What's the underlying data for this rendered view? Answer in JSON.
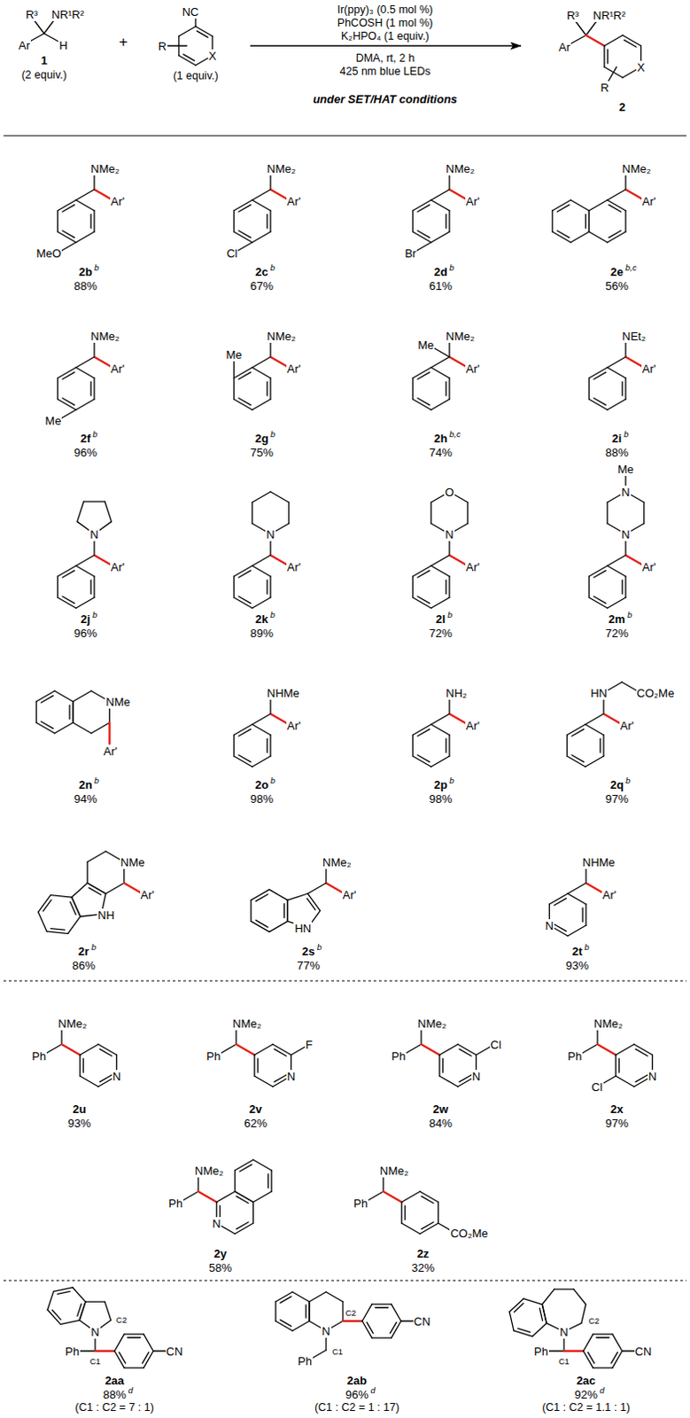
{
  "diagram": {
    "nodes": [
      {
        "text": [
          "R³",
          "NR¹R²",
          "Ar",
          "H",
          "1",
          "(2 equiv.)"
        ]
      },
      {
        "text": [
          "NC",
          "R",
          "X",
          "(1 equiv.)"
        ]
      },
      {
        "text": [
          "R³",
          "NR¹R²",
          "Ar",
          "R",
          "X",
          "2"
        ]
      },
      {
        "text": [
          "NMe₂",
          "Ar'",
          "MeO",
          "2b",
          "b",
          "88%"
        ]
      },
      {
        "text": [
          "NMe₂",
          "Ar'",
          "Cl",
          "2c",
          "b",
          "67%"
        ]
      },
      {
        "text": [
          "NMe₂",
          "Ar'",
          "Br",
          "2d",
          "b",
          "61%"
        ]
      },
      {
        "text": [
          "NMe₂",
          "Ar'",
          "2e",
          "b,c",
          "56%"
        ]
      },
      {
        "text": [
          "NMe₂",
          "Ar'",
          "Me",
          "2f",
          "b",
          "96%"
        ]
      },
      {
        "text": [
          "Me",
          "NMe₂",
          "Ar'",
          "2g",
          "b",
          "75%"
        ]
      },
      {
        "text": [
          "Me",
          "NMe₂",
          "Ar'",
          "2h",
          "b,c",
          "74%"
        ]
      },
      {
        "text": [
          "NEt₂",
          "Ar'",
          "2i",
          "b",
          "88%"
        ]
      },
      {
        "text": [
          "N",
          "Ar'",
          "2j",
          "b",
          "96%"
        ]
      },
      {
        "text": [
          "N",
          "Ar'",
          "2k",
          "b",
          "89%"
        ]
      },
      {
        "text": [
          "O",
          "N",
          "Ar'",
          "2l",
          "b",
          "72%"
        ]
      },
      {
        "text": [
          "Me",
          "N",
          "N",
          "Ar'",
          "2m",
          "b",
          "72%"
        ]
      },
      {
        "text": [
          "NMe",
          "Ar'",
          "2n",
          "b",
          "94%"
        ]
      },
      {
        "text": [
          "NHMe",
          "Ar'",
          "2o",
          "b",
          "98%"
        ]
      },
      {
        "text": [
          "NH₂",
          "Ar'",
          "2p",
          "b",
          "98%"
        ]
      },
      {
        "text": [
          "HN",
          "CO₂Me",
          "Ar'",
          "2q",
          "b",
          "97%"
        ]
      },
      {
        "text": [
          "NMe",
          "Ar'",
          "NH",
          "2r",
          "b",
          "86%"
        ]
      },
      {
        "text": [
          "NMe₂",
          "Ar'",
          "HN",
          "2s",
          "b",
          "77%"
        ]
      },
      {
        "text": [
          "NHMe",
          "Ar'",
          "N",
          "2t",
          "b",
          "93%"
        ]
      },
      {
        "text": [
          "NMe₂",
          "Ph",
          "N",
          "2u",
          "93%"
        ]
      },
      {
        "text": [
          "NMe₂",
          "Ph",
          "F",
          "N",
          "2v",
          "62%"
        ]
      },
      {
        "text": [
          "NMe₂",
          "Ph",
          "Cl",
          "N",
          "2w",
          "84%"
        ]
      },
      {
        "text": [
          "NMe₂",
          "Ph",
          "N",
          "Cl",
          "2x",
          "97%"
        ]
      },
      {
        "text": [
          "NMe₂",
          "Ph",
          "N",
          "2y",
          "58%"
        ]
      },
      {
        "text": [
          "NMe₂",
          "Ph",
          "CO₂Me",
          "2z",
          "32%"
        ]
      },
      {
        "text": [
          "N",
          "C2",
          "Ph",
          "C1",
          "CN",
          "2aa",
          "88%",
          "d",
          "(C1 : C2 = 7 : 1)"
        ]
      },
      {
        "text": [
          "C2",
          "N",
          "C1",
          "Ph",
          "CN",
          "2ab",
          "96%",
          "d",
          "(C1 : C2 = 1 : 17)"
        ]
      },
      {
        "text": [
          "C2",
          "N",
          "Ph",
          "C1",
          "CN",
          "2ac",
          "92%",
          "d",
          "(C1 : C2 = 1.1 : 1)"
        ]
      }
    ],
    "edges": [
      {
        "from": 1,
        "to": 2,
        "arrow": "to"
      }
    ],
    "labels": [
      "+",
      "Ir(ppy)₃ (0.5 mol %)",
      "PhCOSH (1 mol %)",
      "K₂HPO₄ (1 equiv.)",
      "DMA, rt, 2 h",
      "425 nm blue LEDs",
      "under SET/HAT conditions"
    ]
  }
}
